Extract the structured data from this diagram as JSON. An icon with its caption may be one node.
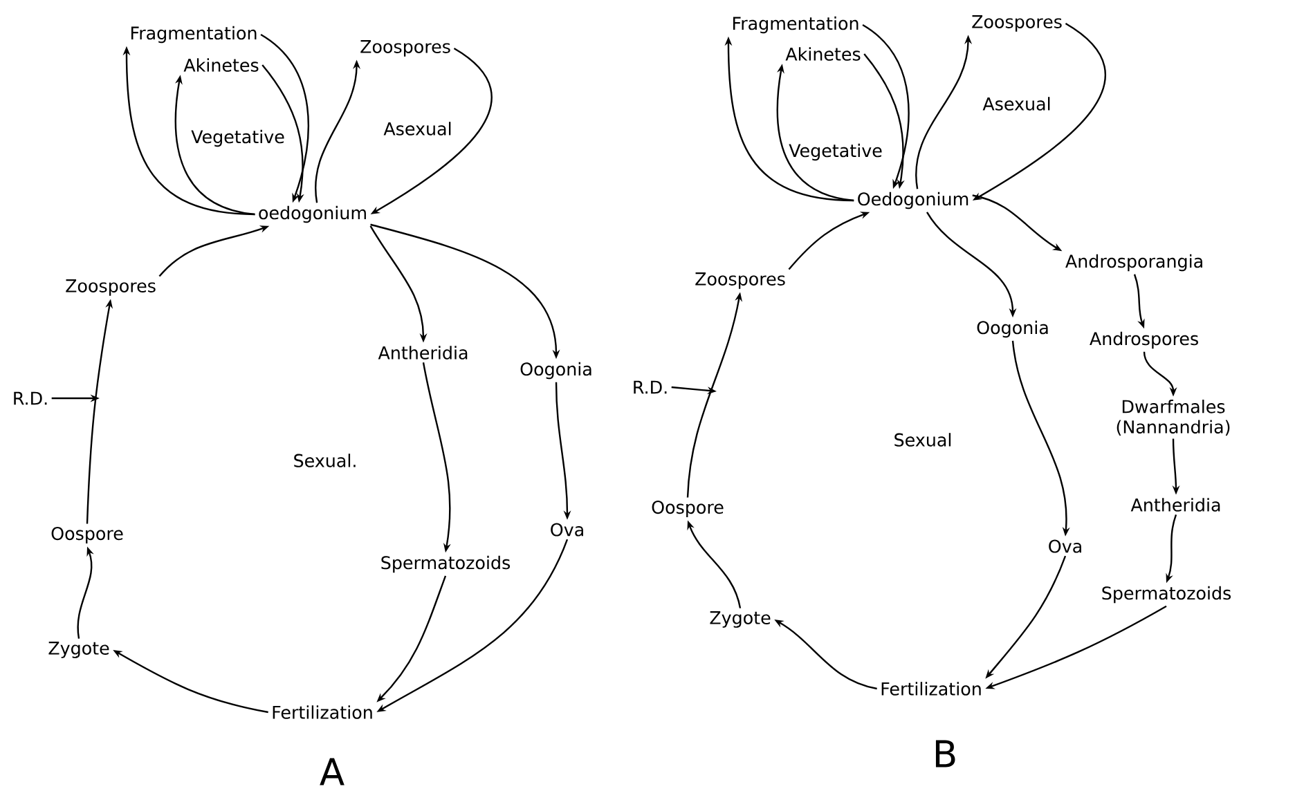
{
  "diagram": {
    "nodes": [
      {
        "text": [
          "oedogonium"
        ]
      },
      {
        "text": [
          "Fragmentation"
        ]
      },
      {
        "text": [
          "Akinetes"
        ]
      },
      {
        "text": [
          "Zoospores"
        ]
      },
      {
        "text": [
          "Zoospores"
        ]
      },
      {
        "text": [
          "R.D."
        ]
      },
      {
        "text": [
          "Oospore"
        ]
      },
      {
        "text": [
          "Zygote"
        ]
      },
      {
        "text": [
          "Fertilization"
        ]
      },
      {
        "text": [
          "Antheridia"
        ]
      },
      {
        "text": [
          "Oogonia"
        ]
      },
      {
        "text": [
          "Spermatozoids"
        ]
      },
      {
        "text": [
          "Ova"
        ]
      },
      {
        "text": [
          "Oedogonium"
        ]
      },
      {
        "text": [
          "Fragmentation"
        ]
      },
      {
        "text": [
          "Akinetes"
        ]
      },
      {
        "text": [
          "Zoospores"
        ]
      },
      {
        "text": [
          "Zoospores"
        ]
      },
      {
        "text": [
          "R.D."
        ]
      },
      {
        "text": [
          "Oospore"
        ]
      },
      {
        "text": [
          "Zygote"
        ]
      },
      {
        "text": [
          "Fertilization"
        ]
      },
      {
        "text": [
          "Oogonia"
        ]
      },
      {
        "text": [
          "Ova"
        ]
      },
      {
        "text": [
          "Androsporangia"
        ]
      },
      {
        "text": [
          "Androspores"
        ]
      },
      {
        "text": [
          "Dwarfmales (Nannandria)"
        ]
      },
      {
        "text": [
          "Antheridia"
        ]
      },
      {
        "text": [
          "Spermatozoids"
        ]
      }
    ],
    "edges": [
      {
        "from": 0,
        "to": 1,
        "arrow": "to"
      },
      {
        "from": 1,
        "to": 0,
        "arrow": "to"
      },
      {
        "from": 0,
        "to": 2,
        "arrow": "to"
      },
      {
        "from": 2,
        "to": 0,
        "arrow": "to"
      },
      {
        "from": 0,
        "to": 3,
        "arrow": "to"
      },
      {
        "from": 3,
        "to": 0,
        "arrow": "to"
      },
      {
        "from": 0,
        "to": 9,
        "arrow": "to"
      },
      {
        "from": 0,
        "to": 10,
        "arrow": "to"
      },
      {
        "from": 9,
        "to": 11,
        "arrow": "to"
      },
      {
        "from": 10,
        "to": 12,
        "arrow": "to"
      },
      {
        "from": 11,
        "to": 8,
        "arrow": "to"
      },
      {
        "from": 12,
        "to": 8,
        "arrow": "to"
      },
      {
        "from": 8,
        "to": 7,
        "arrow": "to"
      },
      {
        "from": 7,
        "to": 6,
        "arrow": "to"
      },
      {
        "from": 6,
        "to": 4,
        "arrow": "to"
      },
      {
        "from": 4,
        "to": 0,
        "arrow": "to"
      },
      {
        "from": 5,
        "to": null,
        "arrow": "to"
      },
      {
        "from": 13,
        "to": 14,
        "arrow": "to"
      },
      {
        "from": 14,
        "to": 13,
        "arrow": "to"
      },
      {
        "from": 13,
        "to": 15,
        "arrow": "to"
      },
      {
        "from": 15,
        "to": 13,
        "arrow": "to"
      },
      {
        "from": 13,
        "to": 16,
        "arrow": "to"
      },
      {
        "from": 16,
        "to": 13,
        "arrow": "to"
      },
      {
        "from": 13,
        "to": 22,
        "arrow": "to"
      },
      {
        "from": 13,
        "to": 24,
        "arrow": "to"
      },
      {
        "from": 22,
        "to": 23,
        "arrow": "to"
      },
      {
        "from": 24,
        "to": 25,
        "arrow": "to"
      },
      {
        "from": 25,
        "to": 26,
        "arrow": "to"
      },
      {
        "from": 26,
        "to": 27,
        "arrow": "to"
      },
      {
        "from": 27,
        "to": 28,
        "arrow": "to"
      },
      {
        "from": 23,
        "to": 21,
        "arrow": "to"
      },
      {
        "from": 28,
        "to": 21,
        "arrow": "to"
      },
      {
        "from": 21,
        "to": 20,
        "arrow": "to"
      },
      {
        "from": 20,
        "to": 19,
        "arrow": "to"
      },
      {
        "from": 19,
        "to": 17,
        "arrow": "to"
      },
      {
        "from": 17,
        "to": 13,
        "arrow": "to"
      },
      {
        "from": 18,
        "to": null,
        "arrow": "to"
      }
    ],
    "labels": [
      "Vegetative",
      "Asexual",
      "Sexual.",
      "A",
      "Vegetative",
      "Asexual",
      "Sexual",
      "B"
    ]
  }
}
